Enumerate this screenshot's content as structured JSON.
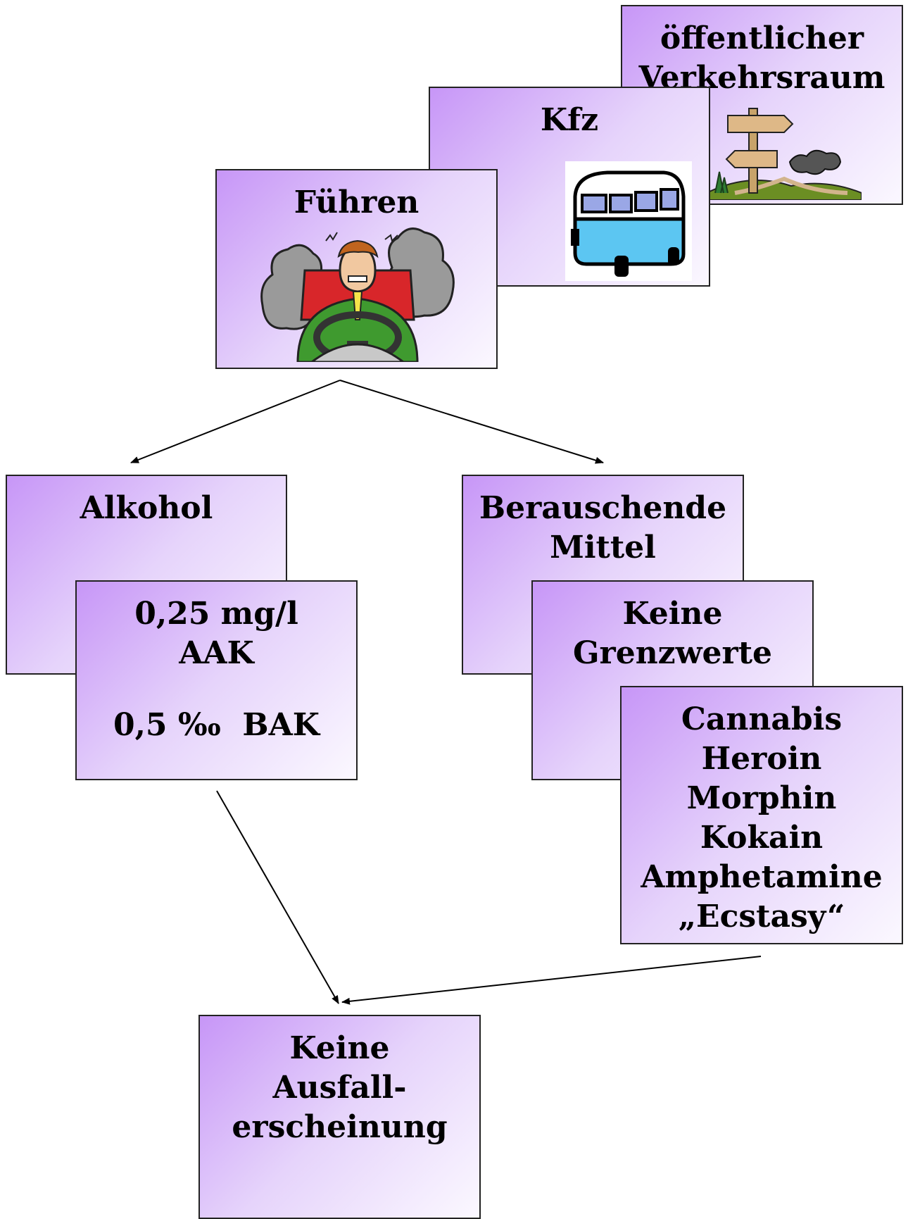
{
  "boxes": {
    "verkehrsraum": {
      "lines": [
        "öffentlicher",
        "Verkehrsraum"
      ]
    },
    "kfz": {
      "title": "Kfz"
    },
    "fuehren": {
      "title": "Führen"
    },
    "alkohol": {
      "title": "Alkohol"
    },
    "grenzwert_alkohol": {
      "line1": "0,25 mg/l",
      "line2": "AAK",
      "line3": "0,5 ‰  BAK"
    },
    "berauschende_mittel": {
      "lines": [
        "Berauschende",
        "Mittel"
      ]
    },
    "keine_grenzwerte": {
      "lines": [
        "Keine",
        "Grenzwerte"
      ]
    },
    "substanzen": {
      "items": [
        "Cannabis",
        "Heroin",
        "Morphin",
        "Kokain",
        "Amphetamine",
        "„Ecstasy“"
      ]
    },
    "keine_ausfallerscheinung": {
      "lines": [
        "Keine",
        "Ausfall-",
        "erscheinung"
      ]
    }
  },
  "icons": {
    "verkehrsraum": "signpost-landscape-icon",
    "kfz": "van-icon",
    "fuehren": "stressed-driver-icon"
  }
}
